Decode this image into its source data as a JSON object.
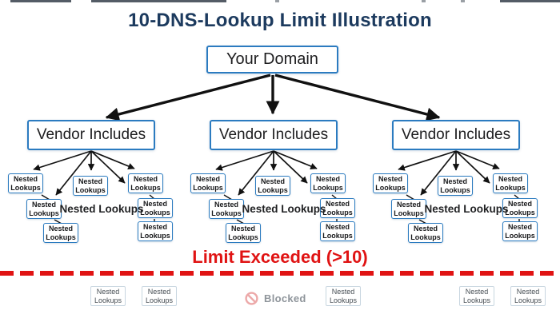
{
  "title": "10-DNS-Lookup Limit Illustration",
  "labels": {
    "root": "Your Domain",
    "vendor": "Vendor Includes",
    "nested": "Nested Lookups",
    "nested_group": "Nested Lookups"
  },
  "limit": {
    "heading": "Limit Exceeded (>10)"
  },
  "blocked": {
    "label": "Blocked"
  },
  "structure": {
    "vendor_count": 3,
    "nested_boxes_per_vendor": 7,
    "blocked_boxes_below_line": 5
  },
  "colors": {
    "accent_blue": "#2b7bc0",
    "title_navy": "#1c3a5e",
    "alert_red": "#e01313",
    "blocked_pink": "#eca8a8",
    "muted_gray": "#8f959b",
    "connector_black": "#111111"
  }
}
